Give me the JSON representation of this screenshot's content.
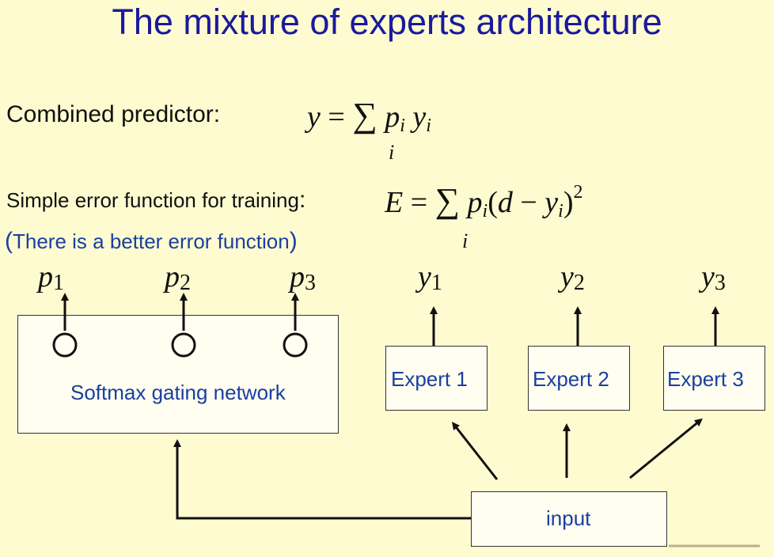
{
  "title": "The mixture of experts architecture",
  "combined": {
    "label": "Combined predictor:",
    "lhs": "y",
    "eq": "=",
    "sigma": "∑",
    "p": "p",
    "p_sub": "i",
    "y": "y",
    "y_sub": "i",
    "index": "i"
  },
  "error": {
    "label": "Simple error function for training",
    "colon": ":",
    "note_open": "(",
    "note": "There is a  better error function",
    "note_close": ")",
    "lhs": "E",
    "eq": "=",
    "sigma": "∑",
    "p": "p",
    "p_sub": "i",
    "paren_open": "(",
    "d": "d",
    "minus": "−",
    "y": "y",
    "y_sub": "i",
    "paren_close": ")",
    "sup": "2",
    "index": "i"
  },
  "gating": {
    "label": "Softmax gating network",
    "outputs": [
      {
        "var": "p",
        "sub": "1"
      },
      {
        "var": "p",
        "sub": "2"
      },
      {
        "var": "p",
        "sub": "3"
      }
    ]
  },
  "experts": [
    {
      "label": "Expert 1",
      "var": "y",
      "sub": "1"
    },
    {
      "label": "Expert 2",
      "var": "y",
      "sub": "2"
    },
    {
      "label": "Expert 3",
      "var": "y",
      "sub": "3"
    }
  ],
  "input": {
    "label": "input"
  },
  "colors": {
    "background": "#fefbd0",
    "title": "#1a1a9c",
    "box_text": "#1a3fa0",
    "lines": "#111111"
  }
}
